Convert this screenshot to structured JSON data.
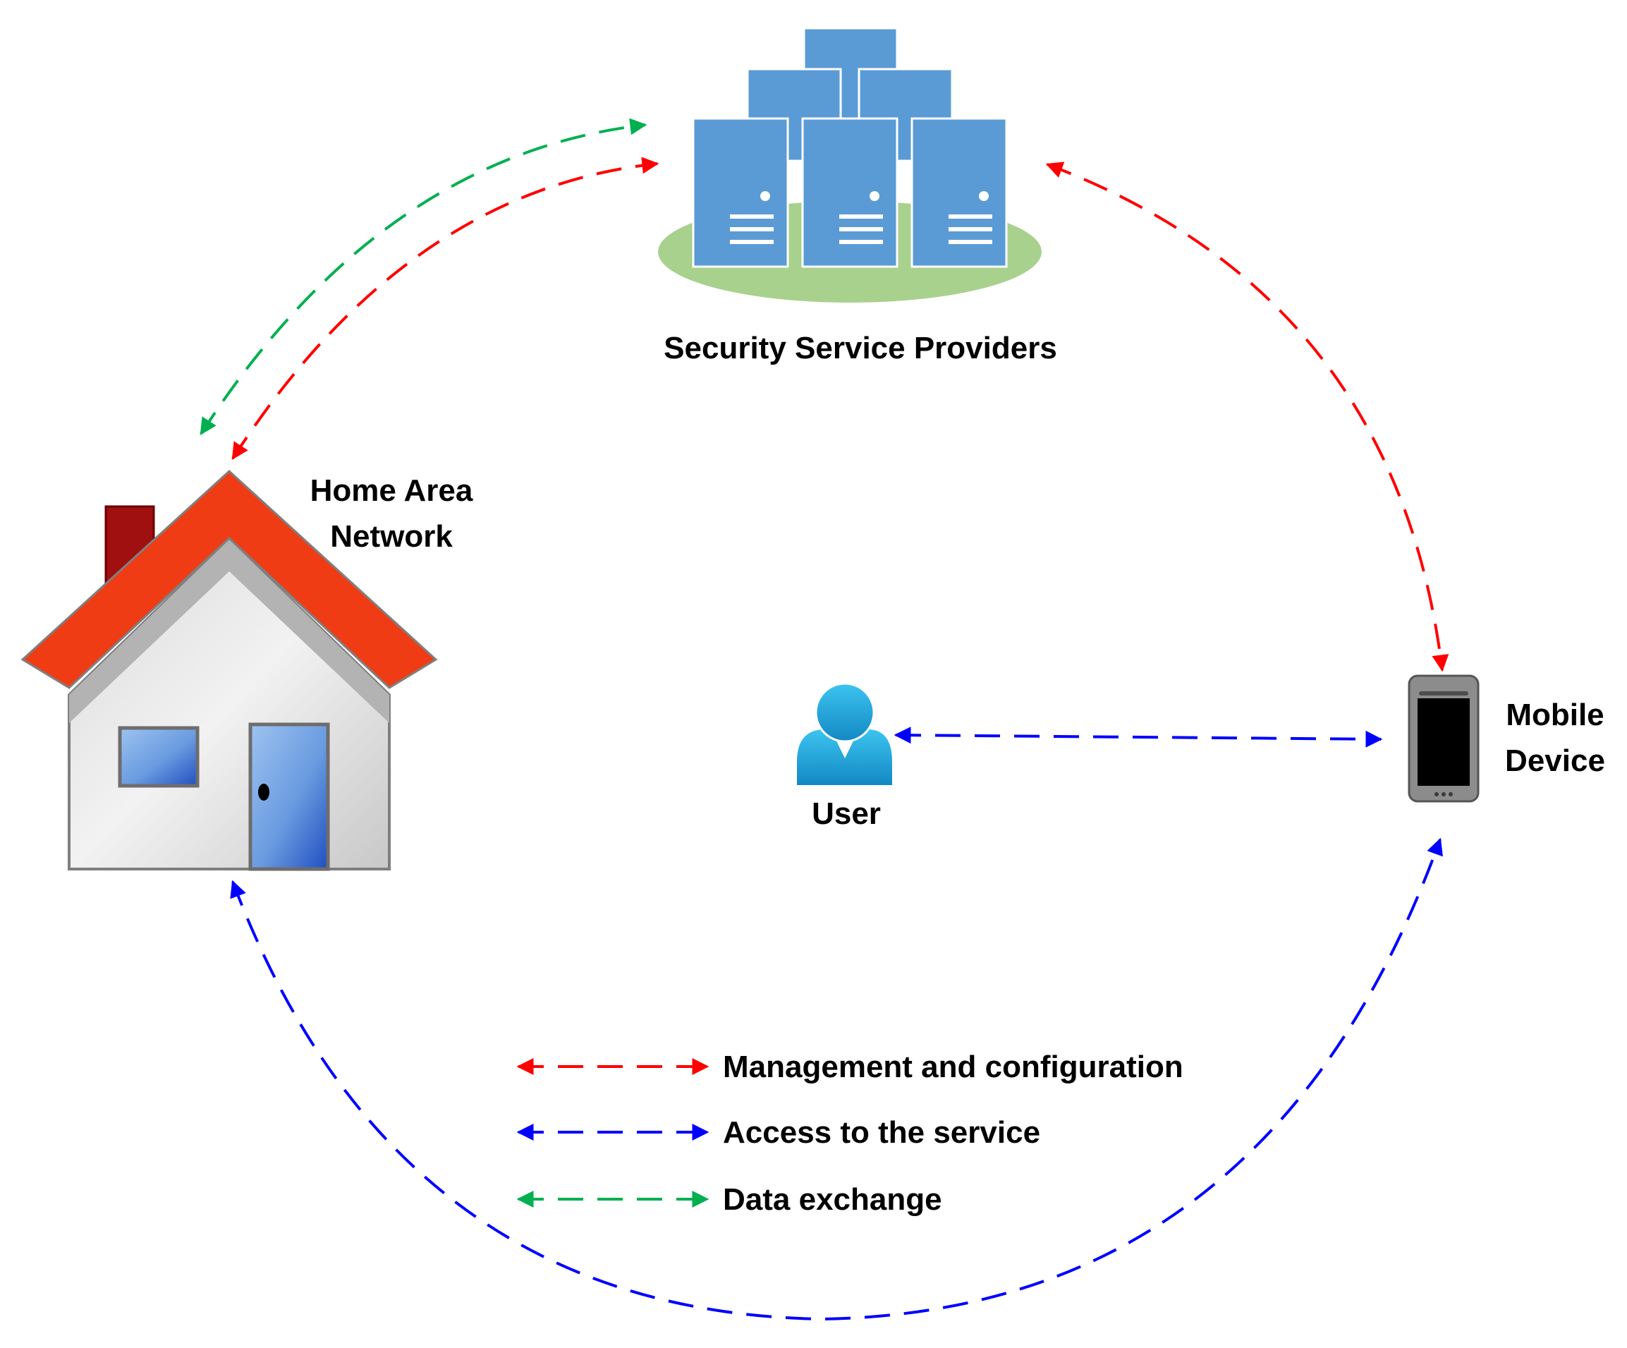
{
  "nodes": {
    "servers": {
      "label": "Security Service Providers"
    },
    "home": {
      "label_line1": "Home Area",
      "label_line2": "Network"
    },
    "user": {
      "label": "User"
    },
    "mobile": {
      "label_line1": "Mobile",
      "label_line2": "Device"
    }
  },
  "legend": [
    {
      "label": "Management and configuration",
      "color": "#ff0000"
    },
    {
      "label": "Access to the service",
      "color": "#0000ff"
    },
    {
      "label": "Data exchange",
      "color": "#00b050"
    }
  ],
  "colors": {
    "management": "#ff0000",
    "access": "#0000ff",
    "data": "#00b050",
    "server_body": "#5b9bd5",
    "server_base": "#a9d18e",
    "roof": "#f03c14",
    "chimney": "#a01010",
    "user_icon": "#1fa7d6"
  }
}
